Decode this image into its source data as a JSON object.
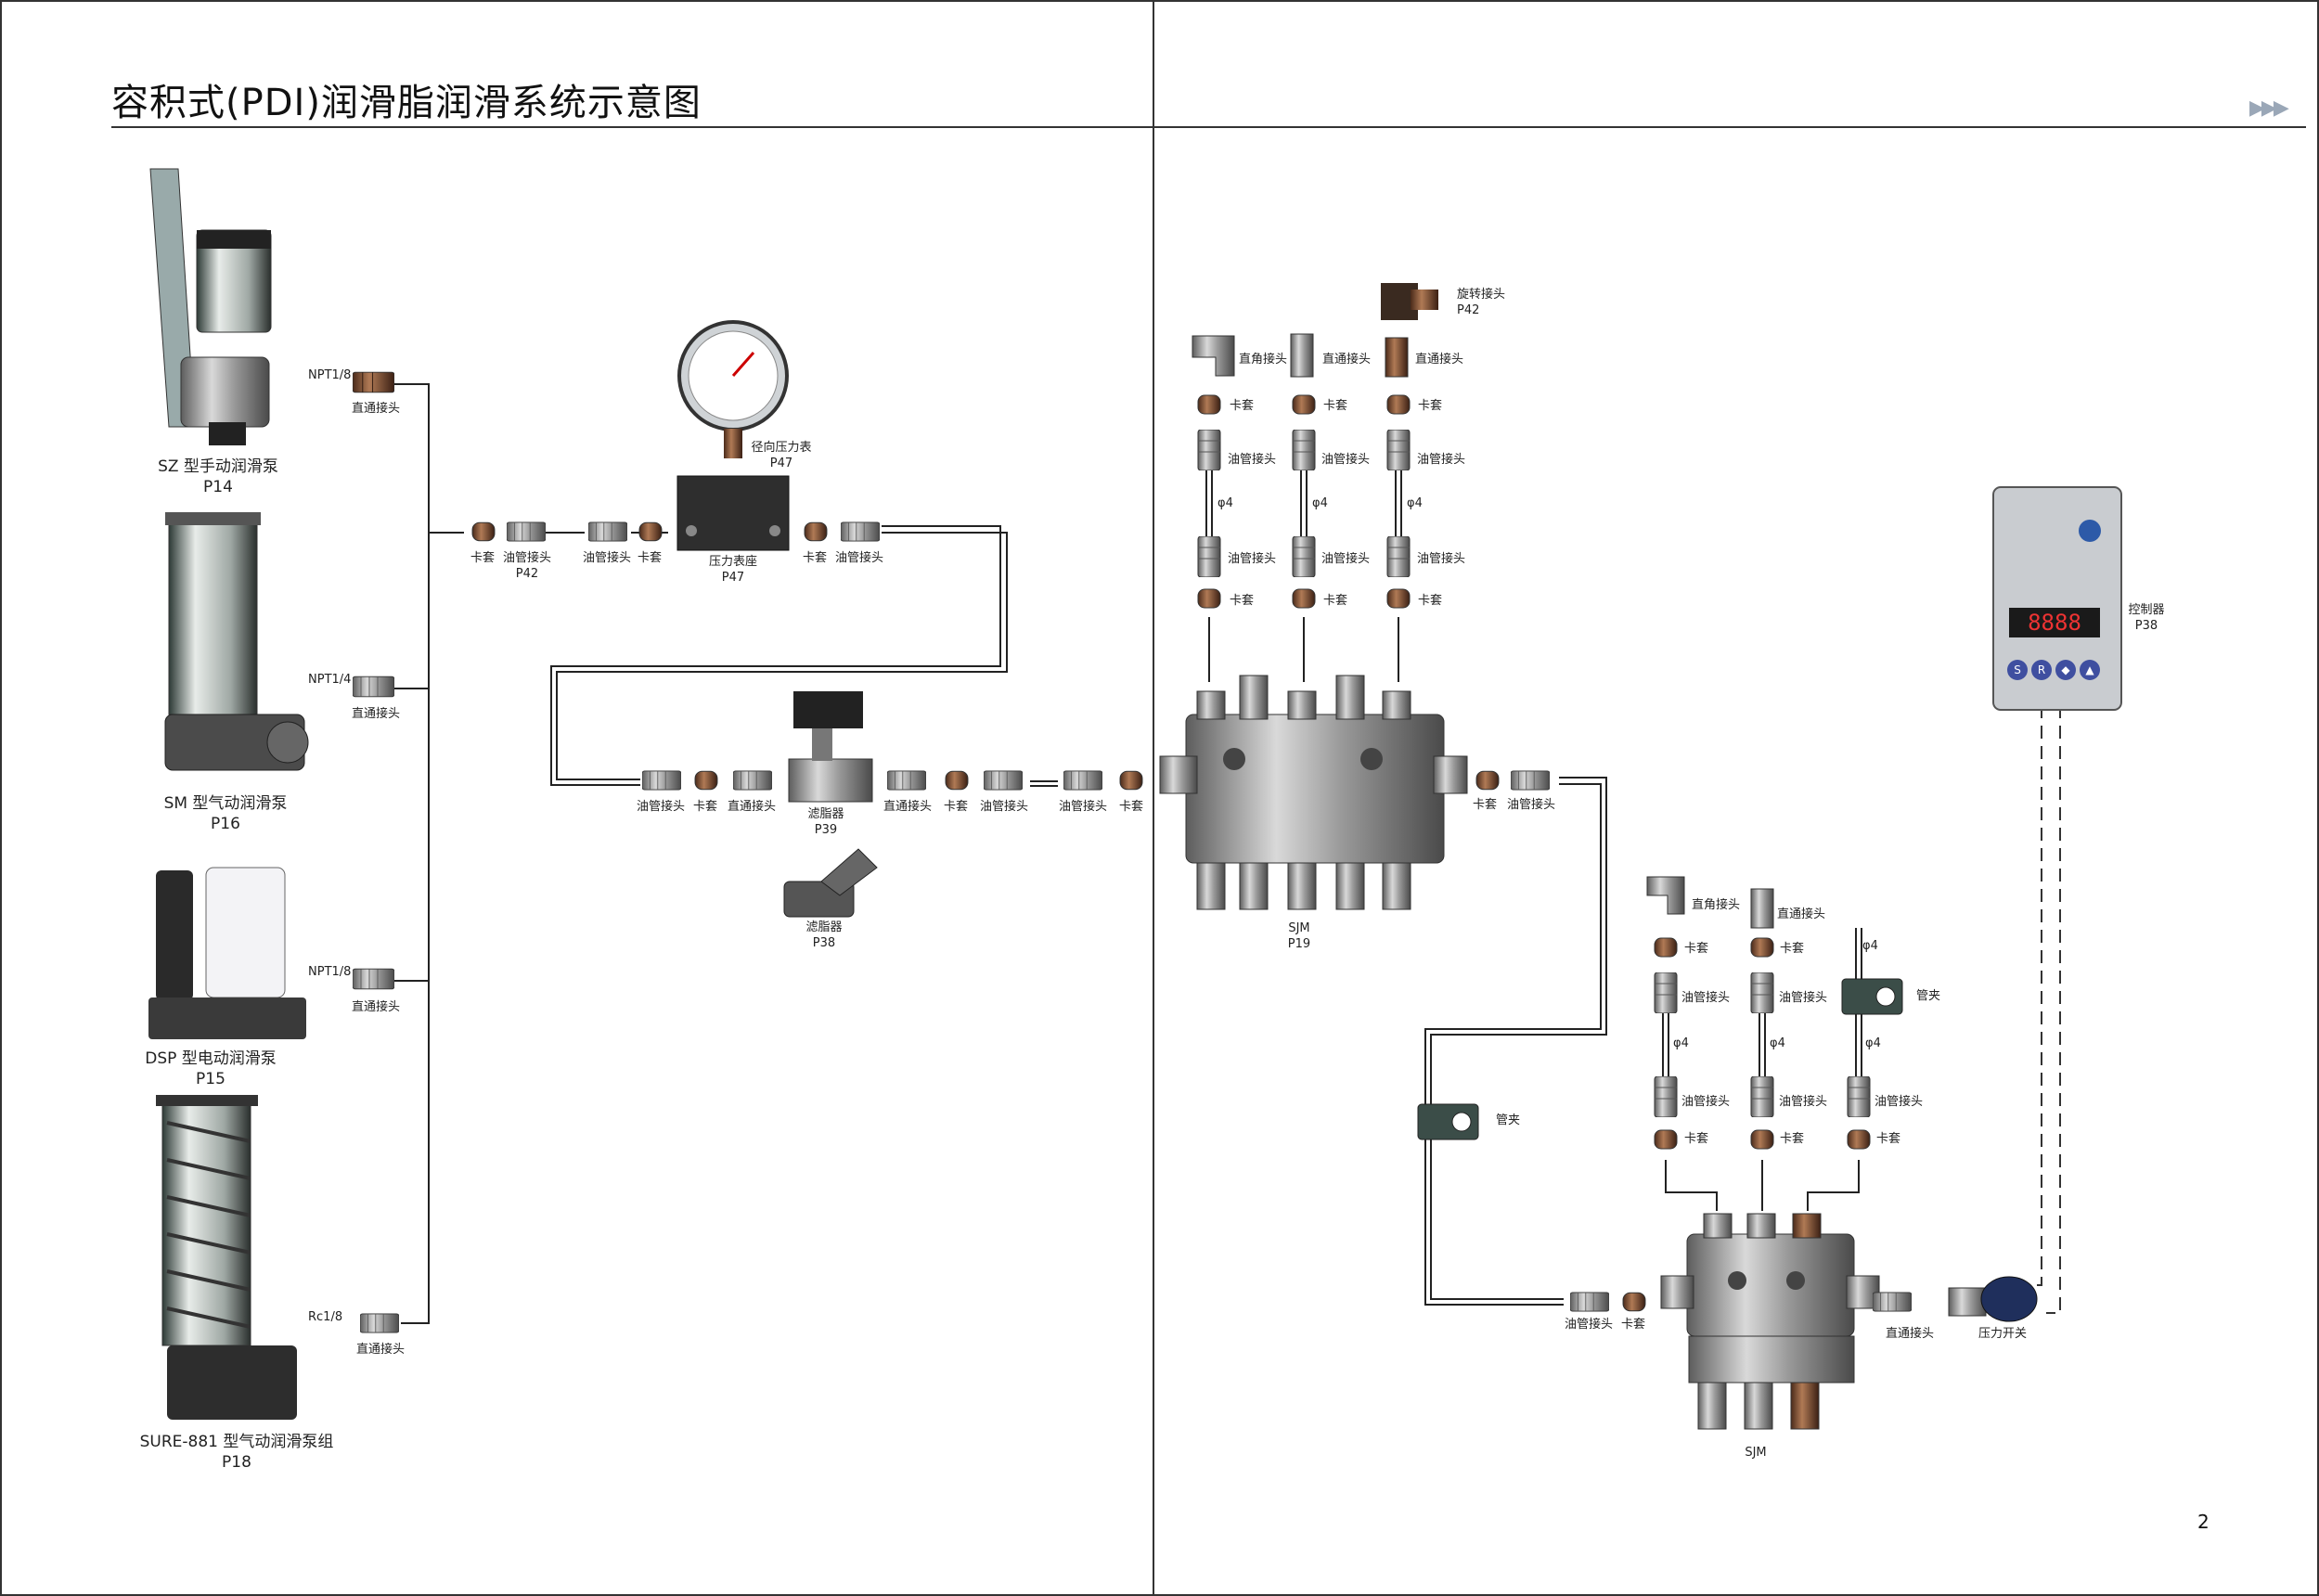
{
  "title": "容积式(PDI)润滑脂润滑系统示意图",
  "page_number": "2",
  "nav_arrows": "▶▶▶",
  "colors": {
    "line": "#222222",
    "metal": "#8d8d8d",
    "brass": "#8a5a3a",
    "steel": "#b9bdc2",
    "dark": "#2b2b2b",
    "controller": "#c9ccd0"
  },
  "pumps": [
    {
      "name": "SZ 型手动润滑泵",
      "page": "P14",
      "port": "NPT1/8",
      "fitting": "直通接头"
    },
    {
      "name": "SM 型气动润滑泵",
      "page": "P16",
      "port": "NPT1/4",
      "fitting": "直通接头"
    },
    {
      "name": "DSP 型电动润滑泵",
      "page": "P15",
      "port": "NPT1/8",
      "fitting": "直通接头"
    },
    {
      "name": "SURE-881 型气动润滑泵组",
      "page": "P18",
      "port": "Rc1/8",
      "fitting": "直通接头"
    }
  ],
  "row1": {
    "ferrule1": "卡套",
    "tube_fitting": "油管接头",
    "p42": "P42",
    "tube_fitting2": "油管接头",
    "ferrule2": "卡套",
    "gauge": "径向压力表",
    "gauge_page": "P47",
    "block": "压力表座",
    "block_page": "P47",
    "ferrule3": "卡套",
    "tube_fitting3": "油管接头"
  },
  "row2": {
    "tube_fitting": "油管接头",
    "ferrule": "卡套",
    "straight": "直通接头",
    "filter": "滤脂器",
    "filter_page": "P39",
    "straight2": "直通接头",
    "ferrule2": "卡套",
    "tube_fitting2": "油管接头",
    "tube_fitting3": "油管接头",
    "ferrule3": "卡套",
    "y_filter": "滤脂器",
    "y_filter_page": "P38"
  },
  "sjm1": {
    "name": "SJM",
    "page": "P19",
    "swivel": "旋转接头",
    "swivel_page": "P42",
    "elbow": "直角接头",
    "straight": "直通接头",
    "straight2": "直通接头",
    "ferrule": "卡套",
    "tube_fitting": "油管接头",
    "pipe": "φ4",
    "out_ferrule": "卡套",
    "out_tube_fitting": "油管接头"
  },
  "sjm2": {
    "name": "SJM",
    "elbow": "直角接头",
    "straight": "直通接头",
    "ferrule": "卡套",
    "tube_fitting": "油管接头",
    "pipe": "φ4",
    "clamp": "管夹",
    "clamp2": "管夹",
    "in_tube_fitting": "油管接头",
    "in_ferrule": "卡套",
    "out_straight": "直通接头",
    "pressure_switch": "压力开关"
  },
  "controller": {
    "name": "控制器",
    "page": "P38",
    "display": "8888",
    "buttons": [
      "S",
      "R",
      "◆",
      "▲"
    ]
  }
}
